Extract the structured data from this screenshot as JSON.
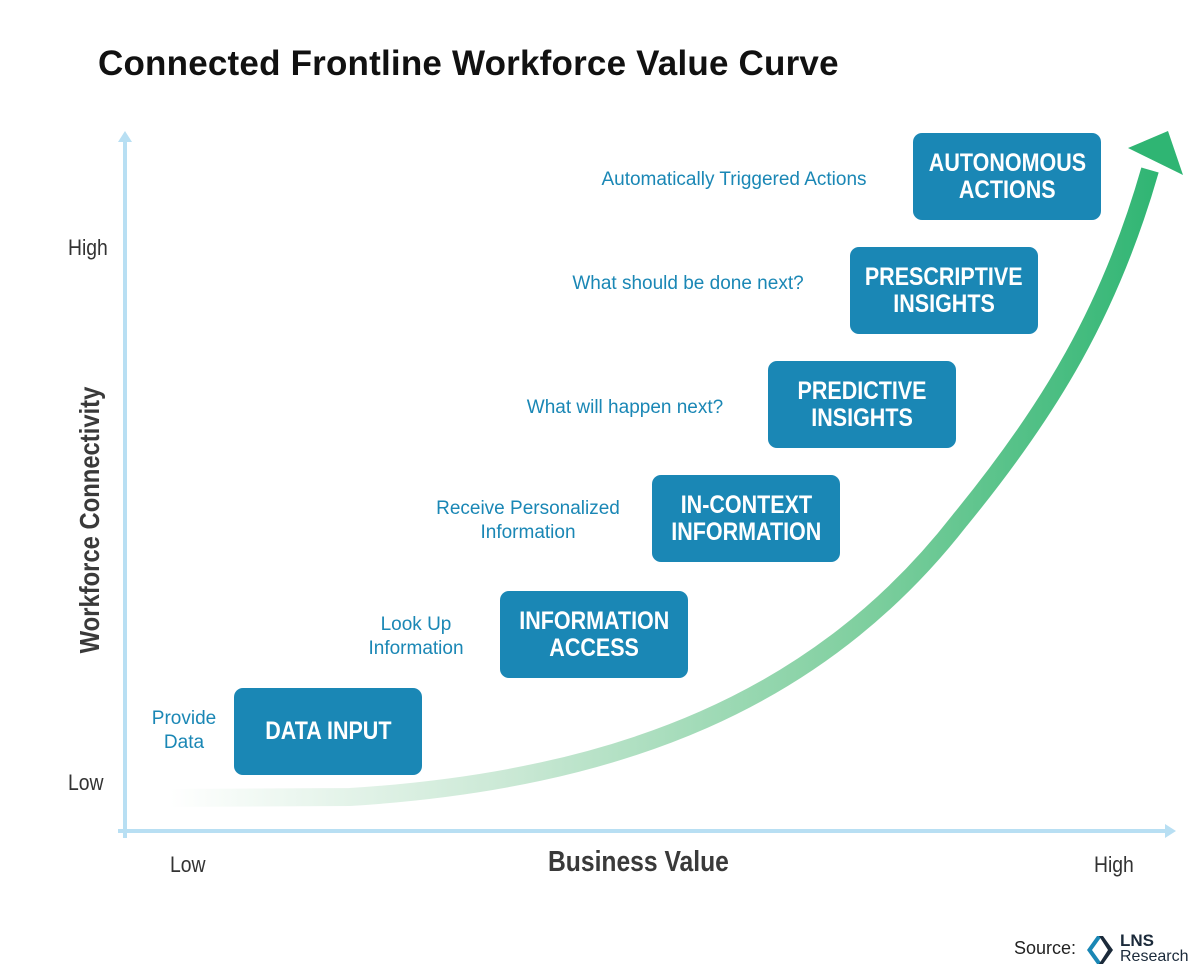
{
  "title": "Connected Frontline Workforce Value Curve",
  "y_axis": {
    "label": "Workforce Connectivity",
    "low": "Low",
    "high": "High"
  },
  "x_axis": {
    "label": "Business Value",
    "low": "Low",
    "high": "High"
  },
  "stages": [
    {
      "box_line1": "DATA INPUT",
      "box_line2": "",
      "desc_line1": "Provide",
      "desc_line2": "Data"
    },
    {
      "box_line1": "INFORMATION",
      "box_line2": "ACCESS",
      "desc_line1": "Look Up",
      "desc_line2": "Information"
    },
    {
      "box_line1": "IN-CONTEXT",
      "box_line2": "INFORMATION",
      "desc_line1": "Receive Personalized",
      "desc_line2": "Information"
    },
    {
      "box_line1": "PREDICTIVE",
      "box_line2": "INSIGHTS",
      "desc_line1": "What will happen next?",
      "desc_line2": ""
    },
    {
      "box_line1": "PRESCRIPTIVE",
      "box_line2": "INSIGHTS",
      "desc_line1": "What should be done next?",
      "desc_line2": ""
    },
    {
      "box_line1": "AUTONOMOUS",
      "box_line2": "ACTIONS",
      "desc_line1": "Automatically Triggered Actions",
      "desc_line2": ""
    }
  ],
  "source": {
    "prefix": "Source:",
    "brand_line1": "LNS",
    "brand_line2": "Research"
  },
  "colors": {
    "box": "#1a87b5",
    "desc_text": "#1a87b5",
    "axis": "#b8dff3",
    "curve_end": "#2fb573"
  }
}
